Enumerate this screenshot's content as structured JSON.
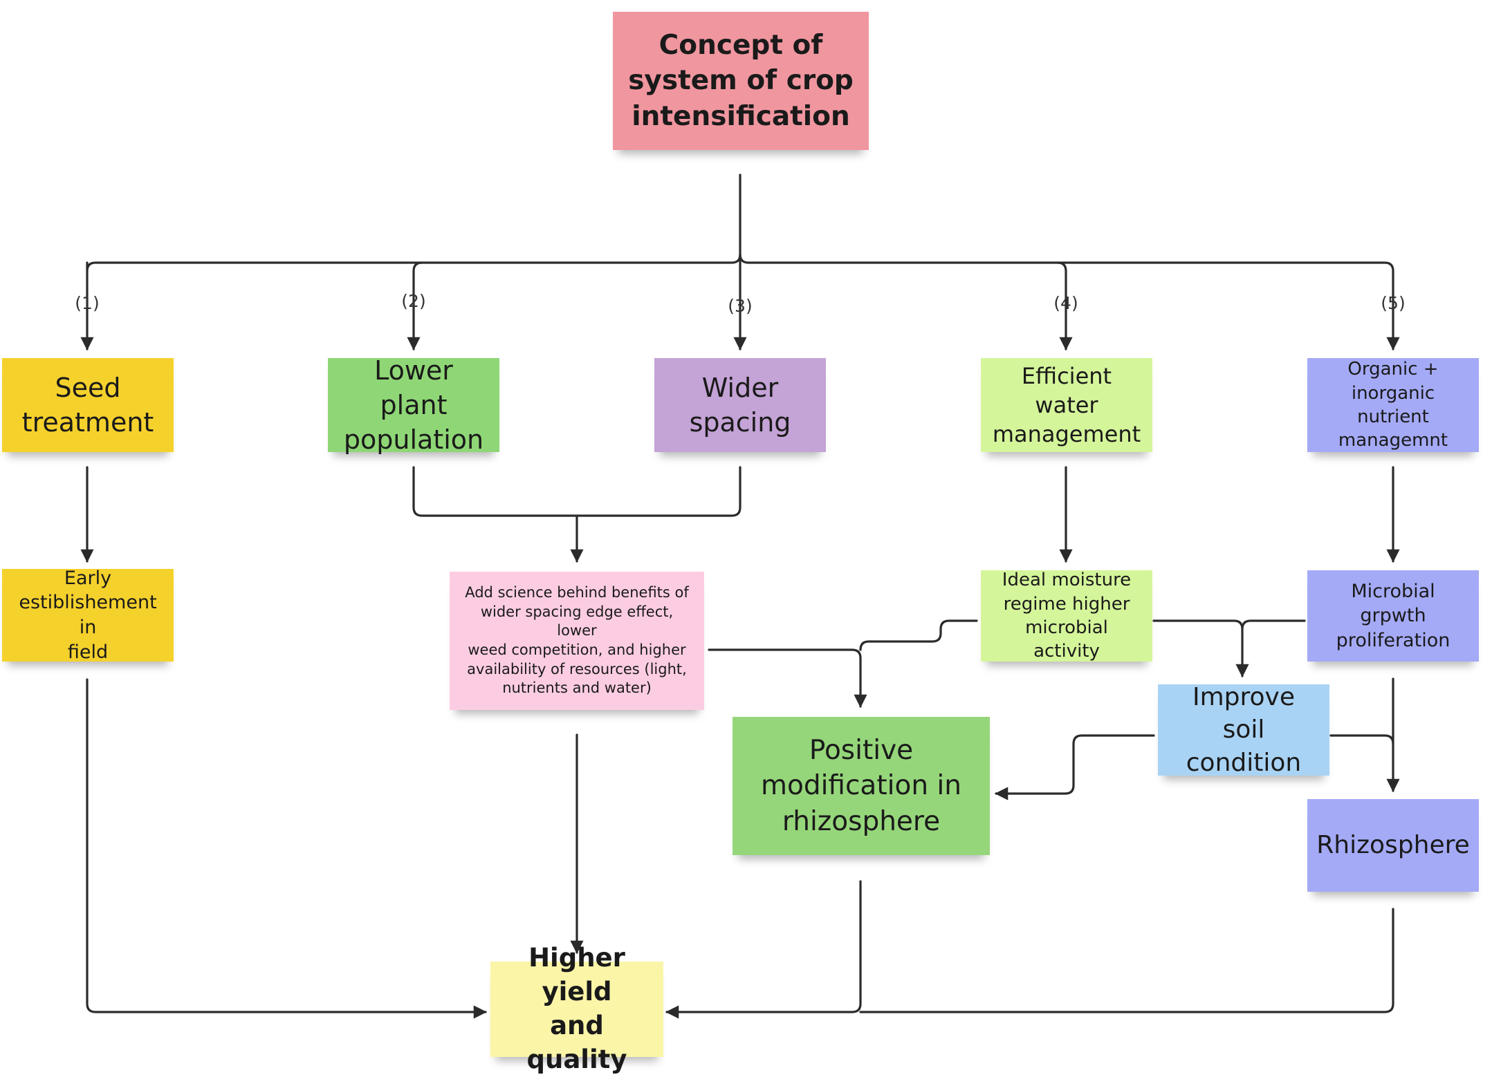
{
  "nodes": {
    "root": {
      "label": "Concept of\nsystem of crop\nintensification",
      "color": "#f0969f"
    },
    "seed": {
      "label": "Seed\ntreatment",
      "color": "#f5d12c"
    },
    "lower": {
      "label": "Lower plant\npopulation",
      "color": "#8fd776"
    },
    "wider": {
      "label": "Wider\nspacing",
      "color": "#c4a3d6"
    },
    "water": {
      "label": "Efficient water\nmanagement",
      "color": "#d4f59a"
    },
    "organic": {
      "label": "Organic +\ninorganic nutrient\nmanagemnt",
      "color": "#a4aaf6"
    },
    "early": {
      "label": "Early\nestiblishement in\nfield",
      "color": "#f5d12c"
    },
    "science": {
      "label": "Add science behind benefits of\nwider spacing edge effect, lower\nweed competition, and higher\navailability of resources (light,\nnutrients and water)",
      "color": "#fccde2"
    },
    "moisture": {
      "label": "Ideal moisture\nregime higher\nmicrobial activity",
      "color": "#d4f59a"
    },
    "microbial": {
      "label": "Microbial grpwth\nproliferation",
      "color": "#a4aaf6"
    },
    "soil": {
      "label": "Improve soil\ncondition",
      "color": "#a9d3f4"
    },
    "positive": {
      "label": "Positive\nmodification in\nrhizosphere",
      "color": "#95d67a"
    },
    "rhizo": {
      "label": "Rhizosphere",
      "color": "#a4aaf6"
    },
    "yield": {
      "label": "Higher yield\nand quality",
      "color": "#fbf5a8"
    }
  },
  "branch_labels": [
    "(1)",
    "(2)",
    "(3)",
    "(4)",
    "(5)"
  ],
  "line_color": "#2b2b2b"
}
